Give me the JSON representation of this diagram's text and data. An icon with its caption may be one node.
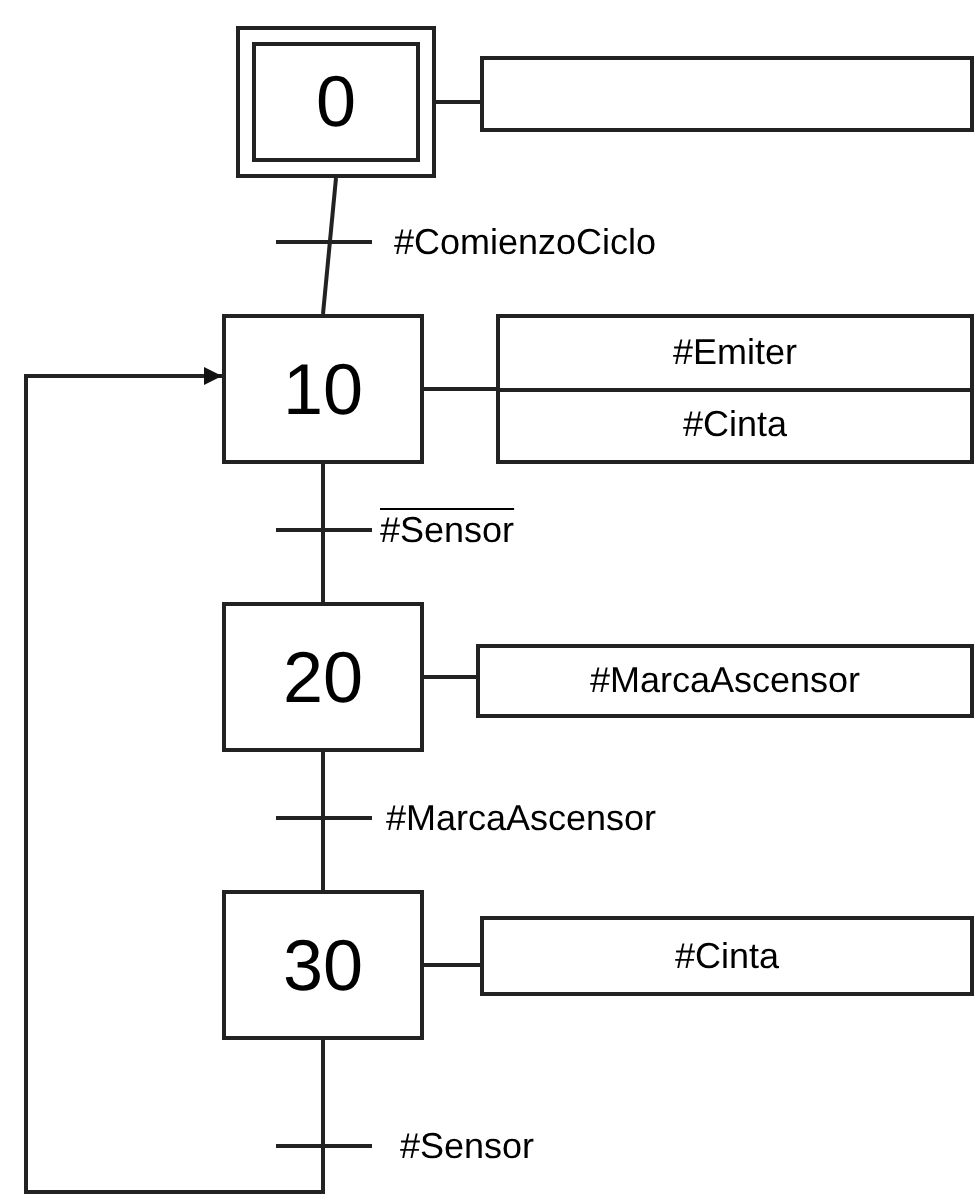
{
  "diagram": {
    "nodes": [
      {
        "text": [
          "0"
        ]
      },
      {
        "text": [],
        "shape": "box"
      },
      {
        "text": [
          "10"
        ]
      },
      {
        "text": [
          "#Emiter",
          "#Cinta"
        ]
      },
      {
        "text": [
          "20"
        ]
      },
      {
        "text": [
          "#MarcaAscensor"
        ]
      },
      {
        "text": [
          "30"
        ]
      },
      {
        "text": [
          "#Cinta"
        ]
      }
    ],
    "edges": [
      {
        "from": 0,
        "to": 1,
        "arrow": "none"
      },
      {
        "from": 0,
        "to": 2,
        "arrow": "none",
        "label": "#ComienzoCiclo"
      },
      {
        "from": 2,
        "to": 3,
        "arrow": "none"
      },
      {
        "from": 2,
        "to": 4,
        "arrow": "none",
        "label": "#Sensor"
      },
      {
        "from": 4,
        "to": 5,
        "arrow": "none"
      },
      {
        "from": 4,
        "to": 6,
        "arrow": "none",
        "label": "#MarcaAscensor"
      },
      {
        "from": 6,
        "to": 7,
        "arrow": "none"
      },
      {
        "from": 6,
        "to": 2,
        "arrow": "to",
        "label": "#Sensor"
      }
    ]
  }
}
